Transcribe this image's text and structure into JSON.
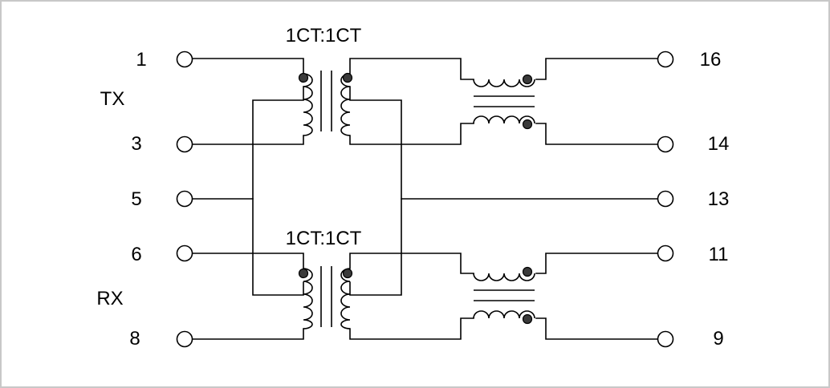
{
  "pins": {
    "p1": "1",
    "p3": "3",
    "p5": "5",
    "p6": "6",
    "p8": "8",
    "p16": "16",
    "p14": "14",
    "p13": "13",
    "p11": "11",
    "p9": "9"
  },
  "groups": {
    "tx": "TX",
    "rx": "RX"
  },
  "ratios": {
    "top": "1CT:1CT",
    "bottom": "1CT:1CT"
  }
}
